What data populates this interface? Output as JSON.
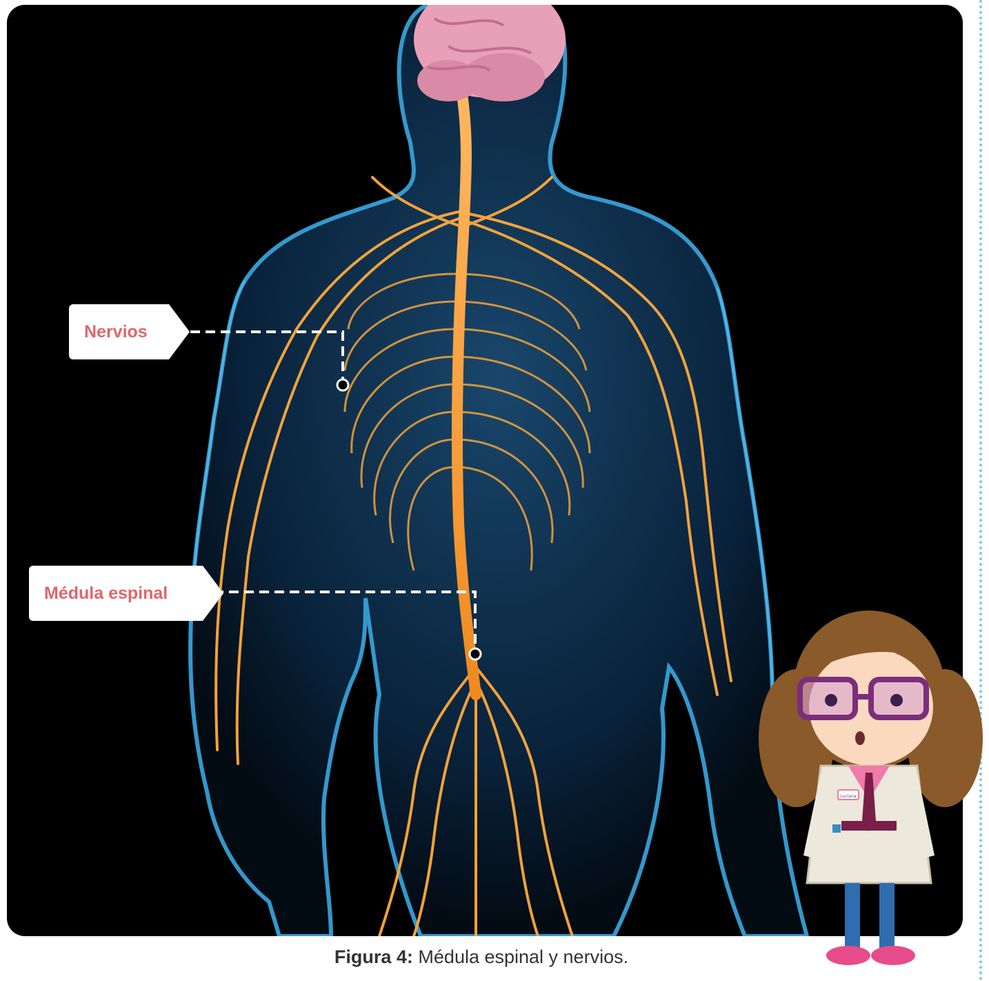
{
  "labels": {
    "nervios": "Nervios",
    "medula": "Médula espinal"
  },
  "caption": {
    "prefix": "Figura 4:",
    "text": "Médula espinal y nervios."
  },
  "badge": {
    "name": "Luciana"
  },
  "colors": {
    "background": "#000000",
    "label_text": "#e0666a",
    "nerves": "#f2a33a",
    "body_glow": "#3aa7e0",
    "brain": "#e8a0b8",
    "border_dots": "#7cc8e8"
  }
}
